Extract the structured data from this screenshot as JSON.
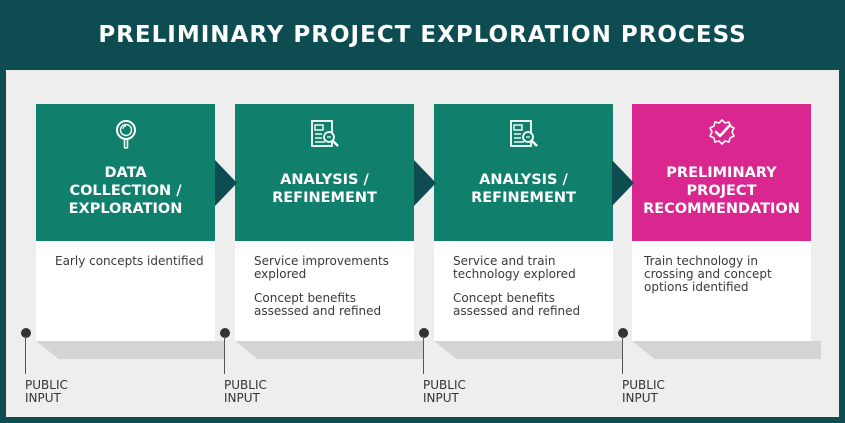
{
  "title": "PRELIMINARY PROJECT EXPLORATION PROCESS",
  "steps": [
    {
      "title": [
        "DATA",
        "COLLECTION /",
        "EXPLORATION"
      ],
      "icon": "magnifying-glass-icon",
      "color": "#10806c",
      "points": [
        "Early concepts identified"
      ]
    },
    {
      "title": [
        "ANALYSIS /",
        "REFINEMENT"
      ],
      "icon": "document-search-icon",
      "color": "#10806c",
      "points": [
        "Service improvements explored",
        "Concept benefits assessed and refined"
      ]
    },
    {
      "title": [
        "ANALYSIS /",
        "REFINEMENT"
      ],
      "icon": "document-search-icon",
      "color": "#10806c",
      "points": [
        "Service and train technology explored",
        "Concept benefits assessed and refined"
      ]
    },
    {
      "title": [
        "PRELIMINARY",
        "PROJECT",
        "RECOMMENDATION"
      ],
      "icon": "badge-check-icon",
      "color": "#d9278f",
      "points": [
        "Train technology in crossing and concept options identified"
      ]
    }
  ],
  "public_input": [
    "PUBLIC INPUT",
    "PUBLIC INPUT",
    "PUBLIC INPUT",
    "PUBLIC INPUT"
  ],
  "colors": {
    "header": "#0d4d52",
    "step_green": "#10806c",
    "step_magenta": "#d9278f",
    "arrow": "#0d4d52"
  }
}
